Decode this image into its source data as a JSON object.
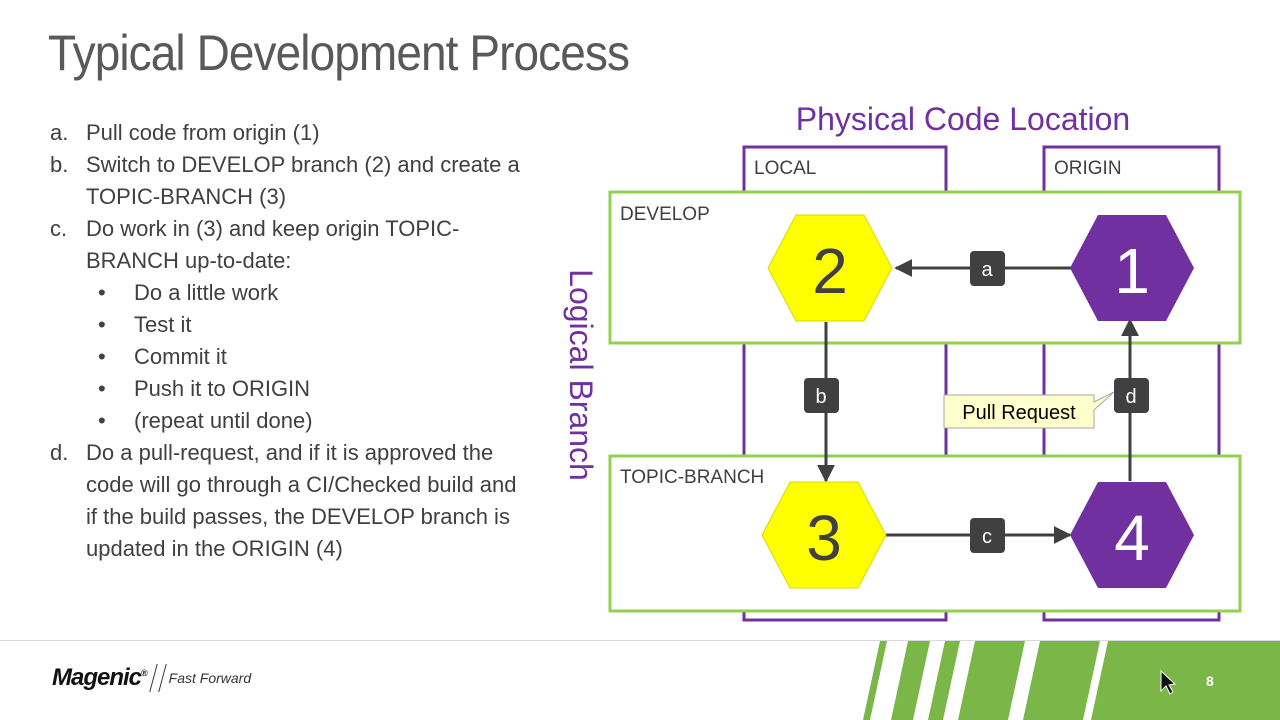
{
  "slide": {
    "title": "Typical Development Process",
    "page_number": "8"
  },
  "steps": [
    {
      "marker": "a.",
      "text": "Pull code from origin (1)"
    },
    {
      "marker": "b.",
      "text": "Switch to DEVELOP branch (2) and create a TOPIC-BRANCH (3)"
    },
    {
      "marker": "c.",
      "text": "Do work in (3) and keep origin TOPIC-BRANCH up-to-date:",
      "bullets": [
        "Do a little work",
        "Test it",
        "Commit it",
        "Push it to ORIGIN",
        "(repeat until done)"
      ]
    },
    {
      "marker": "d.",
      "text": "Do a pull-request, and if it is approved the code will go through a CI/Checked build and if the build passes, the DEVELOP branch is updated in the ORIGIN (4)"
    }
  ],
  "diagram": {
    "column_header": "Physical Code Location",
    "row_header": "Logical Branch",
    "columns": {
      "local": "LOCAL",
      "origin": "ORIGIN"
    },
    "rows": {
      "develop": "DEVELOP",
      "topic": "TOPIC-BRANCH"
    },
    "nodes": {
      "n1": "1",
      "n2": "2",
      "n3": "3",
      "n4": "4"
    },
    "edges": {
      "a": "a",
      "b": "b",
      "c": "c",
      "d": "d"
    },
    "callout": "Pull Request",
    "colors": {
      "purple": "#7030A0",
      "green": "#92D050",
      "yellow": "#FFFF00",
      "edge_label": "#404040",
      "callout_bg": "#FFFFCC"
    }
  },
  "footer": {
    "logo_word": "Magenic",
    "logo_mark": "®",
    "tagline": "Fast Forward",
    "accent": "#7AB648"
  }
}
